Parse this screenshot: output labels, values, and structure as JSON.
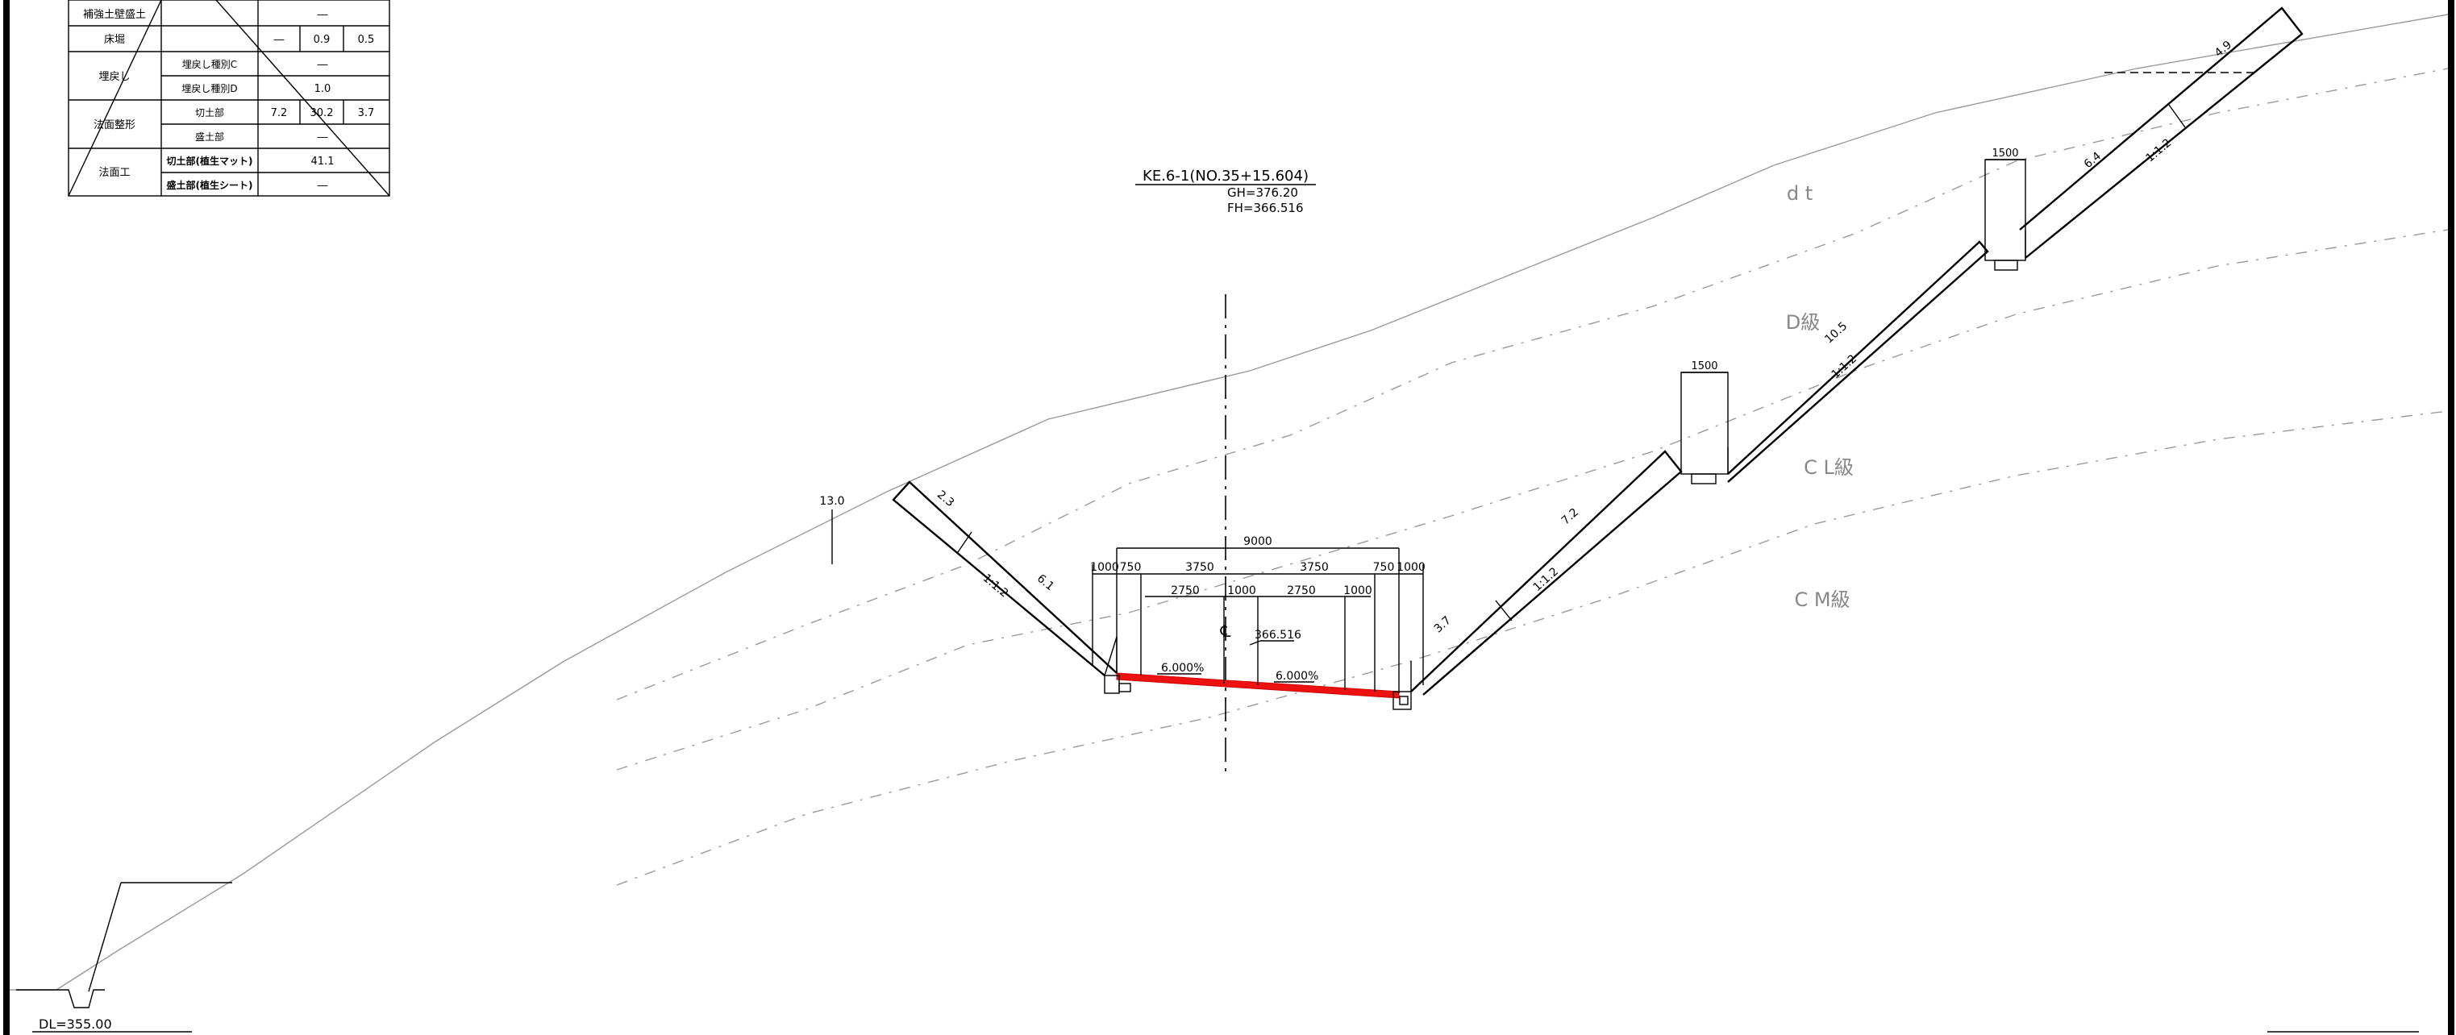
{
  "quantity_table": {
    "rows": [
      {
        "group": "補強土壁盛土",
        "sub": "",
        "c1": "",
        "c2": "―",
        "c3": ""
      },
      {
        "group": "床堀",
        "sub": "",
        "c1": "―",
        "c2": "0.9",
        "c3": "0.5"
      },
      {
        "group": "埋戻し",
        "sub": "埋戻し種別C",
        "c1": "",
        "c2": "―",
        "c3": ""
      },
      {
        "group": "",
        "sub": "埋戻し種別D",
        "c1": "",
        "c2": "1.0",
        "c3": ""
      },
      {
        "group": "法面整形",
        "sub": "切土部",
        "c1": "7.2",
        "c2": "30.2",
        "c3": "3.7"
      },
      {
        "group": "",
        "sub": "盛土部",
        "c1": "",
        "c2": "―",
        "c3": ""
      },
      {
        "group": "法面工",
        "sub": "切土部(植生マット)",
        "c1": "",
        "c2": "41.1",
        "c3": ""
      },
      {
        "group": "",
        "sub": "盛土部(植生シート)",
        "c1": "",
        "c2": "―",
        "c3": ""
      }
    ]
  },
  "section": {
    "title": "KE.6-1(NO.35+15.604)",
    "gh": "GH=376.20",
    "fh": "FH=366.516",
    "center_mark": "℄",
    "center_elev": "366.516",
    "slope_left": "6.000%",
    "slope_right": "6.000%",
    "dl": "DL=355.00"
  },
  "dimensions": {
    "total": "9000",
    "left_shoulder": "1000",
    "left_edge": "750",
    "lane_left": "3750",
    "lane_right": "3750",
    "right_edge": "750",
    "right_shoulder": "1000",
    "sub_left": "2750",
    "sub_mid": "1000",
    "sub_right": "2750",
    "sub_end": "1000",
    "berm1": "1500",
    "berm2": "1500"
  },
  "slopes": {
    "left_height_label": "13.0",
    "left_top_len": "2.3",
    "left_len": "6.1",
    "left_ratio": "1:1.2",
    "right_bottom_len": "3.7",
    "right_mid_len": "7.2",
    "right_mid_ratio": "1:1.2",
    "right_upper_len": "10.5",
    "right_upper_ratio": "1:1.2",
    "right_top_len": "6.4",
    "right_top_ratio": "1:1.2",
    "right_peak_len": "4.9"
  },
  "strata": {
    "dt": "d t",
    "d": "D級",
    "cl": "C L級",
    "cm": "C M級"
  }
}
